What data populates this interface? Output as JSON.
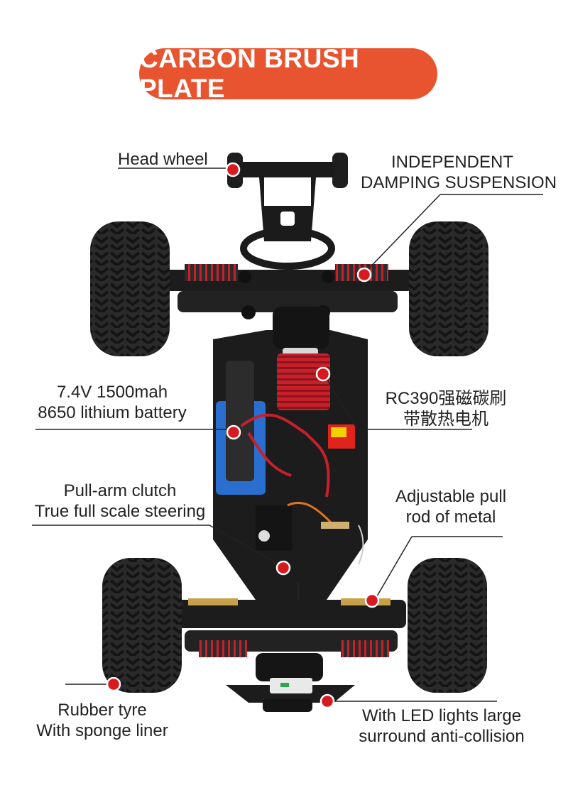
{
  "title": "CARBON BRUSH PLATE",
  "colors": {
    "accent": "#e8542f",
    "marker": "#d71920",
    "chassis": "#1c1c1c",
    "tyre": "#262626",
    "motor": "#c8202b",
    "battery": "#2a6fd0"
  },
  "labels": {
    "head_wheel": "Head wheel",
    "suspension": [
      "INDEPENDENT",
      "DAMPING SUSPENSION"
    ],
    "battery": [
      "7.4V 1500mah",
      "8650 lithium battery"
    ],
    "motor": [
      "RC390强磁碳刷",
      "带散热电机"
    ],
    "clutch": [
      "Pull-arm clutch",
      "True full scale steering"
    ],
    "pull_rod": [
      "Adjustable pull",
      "rod of metal"
    ],
    "tyre": [
      "Rubber tyre",
      "With sponge liner"
    ],
    "led": [
      "With LED lights large",
      "surround anti-collision"
    ]
  }
}
